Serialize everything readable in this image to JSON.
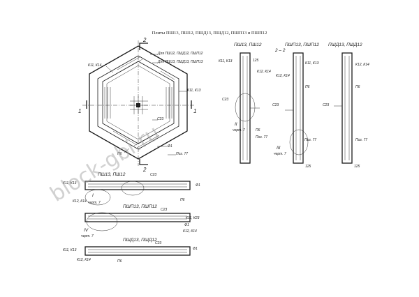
{
  "title": "Плиты ПШ13, ПШ12, ПШД13, ПШД12, ПШП13 и ПШП12",
  "watermark": "block-gbi.ru",
  "plan": {
    "section_mark": "2",
    "axis_mark": "1",
    "notes": [
      "Для ПШ12, ПШД12, ПШП12",
      "Для ПШ13, ПШД13, ПШП13"
    ],
    "labels": [
      "К11, К14",
      "К11, К13",
      "С23",
      "Ф1",
      "Поз. 77",
      "П6"
    ]
  },
  "sections": {
    "heading": "2 – 2",
    "columns": [
      {
        "title": "ПШ13, ПШ12",
        "labels": [
          "К11, К13",
          "К12, К14",
          "С23",
          "П6",
          "Поз. 77"
        ],
        "detail": "II",
        "detail_note": "черт. 7"
      },
      {
        "title": "ПШП13, ПШП12",
        "labels": [
          "К11, К13",
          "К12, К14",
          "П6",
          "С23",
          "Поз. 77"
        ],
        "detail": "III",
        "detail_note": "черт. 7"
      },
      {
        "title": "ПШД13, ПШД12",
        "labels": [
          "К12, К14",
          "П6",
          "С23",
          "Поз. 77"
        ]
      }
    ],
    "dims": [
      "125",
      "125",
      "125"
    ]
  },
  "profiles": [
    {
      "title": "ПШ13, ПШ12",
      "labels": [
        "С23",
        "К11, К13",
        "Ф1",
        "П6",
        "К12, К14",
        "I"
      ],
      "note": "черт. 7"
    },
    {
      "title": "ПШП13, ПШП12",
      "labels": [
        "С23",
        "К11, К23",
        "Ф1",
        "К12, К14",
        "IV"
      ],
      "note": "черт. 7"
    },
    {
      "title": "ПШД13, ПШД12",
      "labels": [
        "С23",
        "К11, К13",
        "Ф1",
        "К12, К14",
        "П6"
      ]
    }
  ]
}
